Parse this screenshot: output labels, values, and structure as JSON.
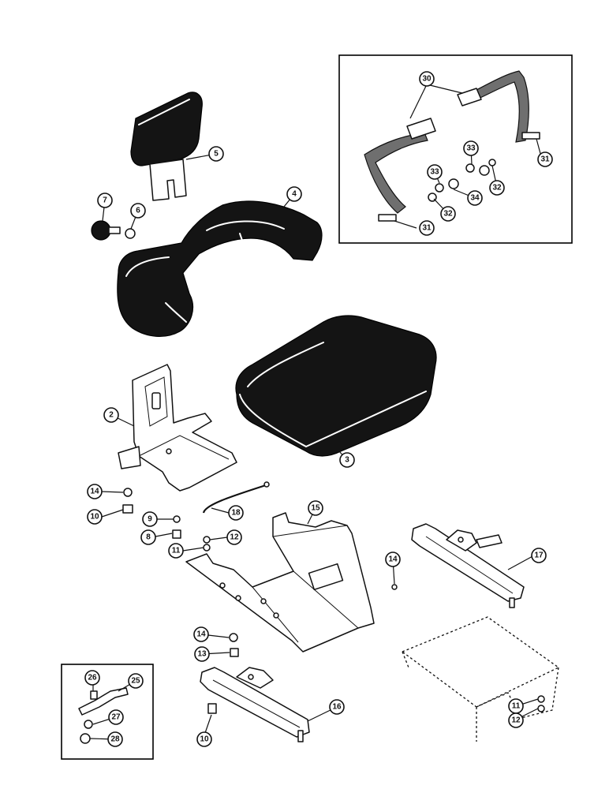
{
  "callouts": [
    {
      "id": "c30",
      "label": "30"
    },
    {
      "id": "c31a",
      "label": "31"
    },
    {
      "id": "c31b",
      "label": "31"
    },
    {
      "id": "c32a",
      "label": "32"
    },
    {
      "id": "c32b",
      "label": "32"
    },
    {
      "id": "c33a",
      "label": "33"
    },
    {
      "id": "c33b",
      "label": "33"
    },
    {
      "id": "c34",
      "label": "34"
    },
    {
      "id": "c5",
      "label": "5"
    },
    {
      "id": "c4",
      "label": "4"
    },
    {
      "id": "c7",
      "label": "7"
    },
    {
      "id": "c6",
      "label": "6"
    },
    {
      "id": "c3",
      "label": "3"
    },
    {
      "id": "c2",
      "label": "2"
    },
    {
      "id": "c14a",
      "label": "14"
    },
    {
      "id": "c10a",
      "label": "10"
    },
    {
      "id": "c9",
      "label": "9"
    },
    {
      "id": "c8",
      "label": "8"
    },
    {
      "id": "c18",
      "label": "18"
    },
    {
      "id": "c11a",
      "label": "11"
    },
    {
      "id": "c12a",
      "label": "12"
    },
    {
      "id": "c15",
      "label": "15"
    },
    {
      "id": "c14b",
      "label": "14"
    },
    {
      "id": "c17",
      "label": "17"
    },
    {
      "id": "c14c",
      "label": "14"
    },
    {
      "id": "c13",
      "label": "13"
    },
    {
      "id": "c16",
      "label": "16"
    },
    {
      "id": "c10b",
      "label": "10"
    },
    {
      "id": "c26",
      "label": "26"
    },
    {
      "id": "c25",
      "label": "25"
    },
    {
      "id": "c27",
      "label": "27"
    },
    {
      "id": "c28",
      "label": "28"
    },
    {
      "id": "c11b",
      "label": "11"
    },
    {
      "id": "c12b",
      "label": "12"
    }
  ]
}
